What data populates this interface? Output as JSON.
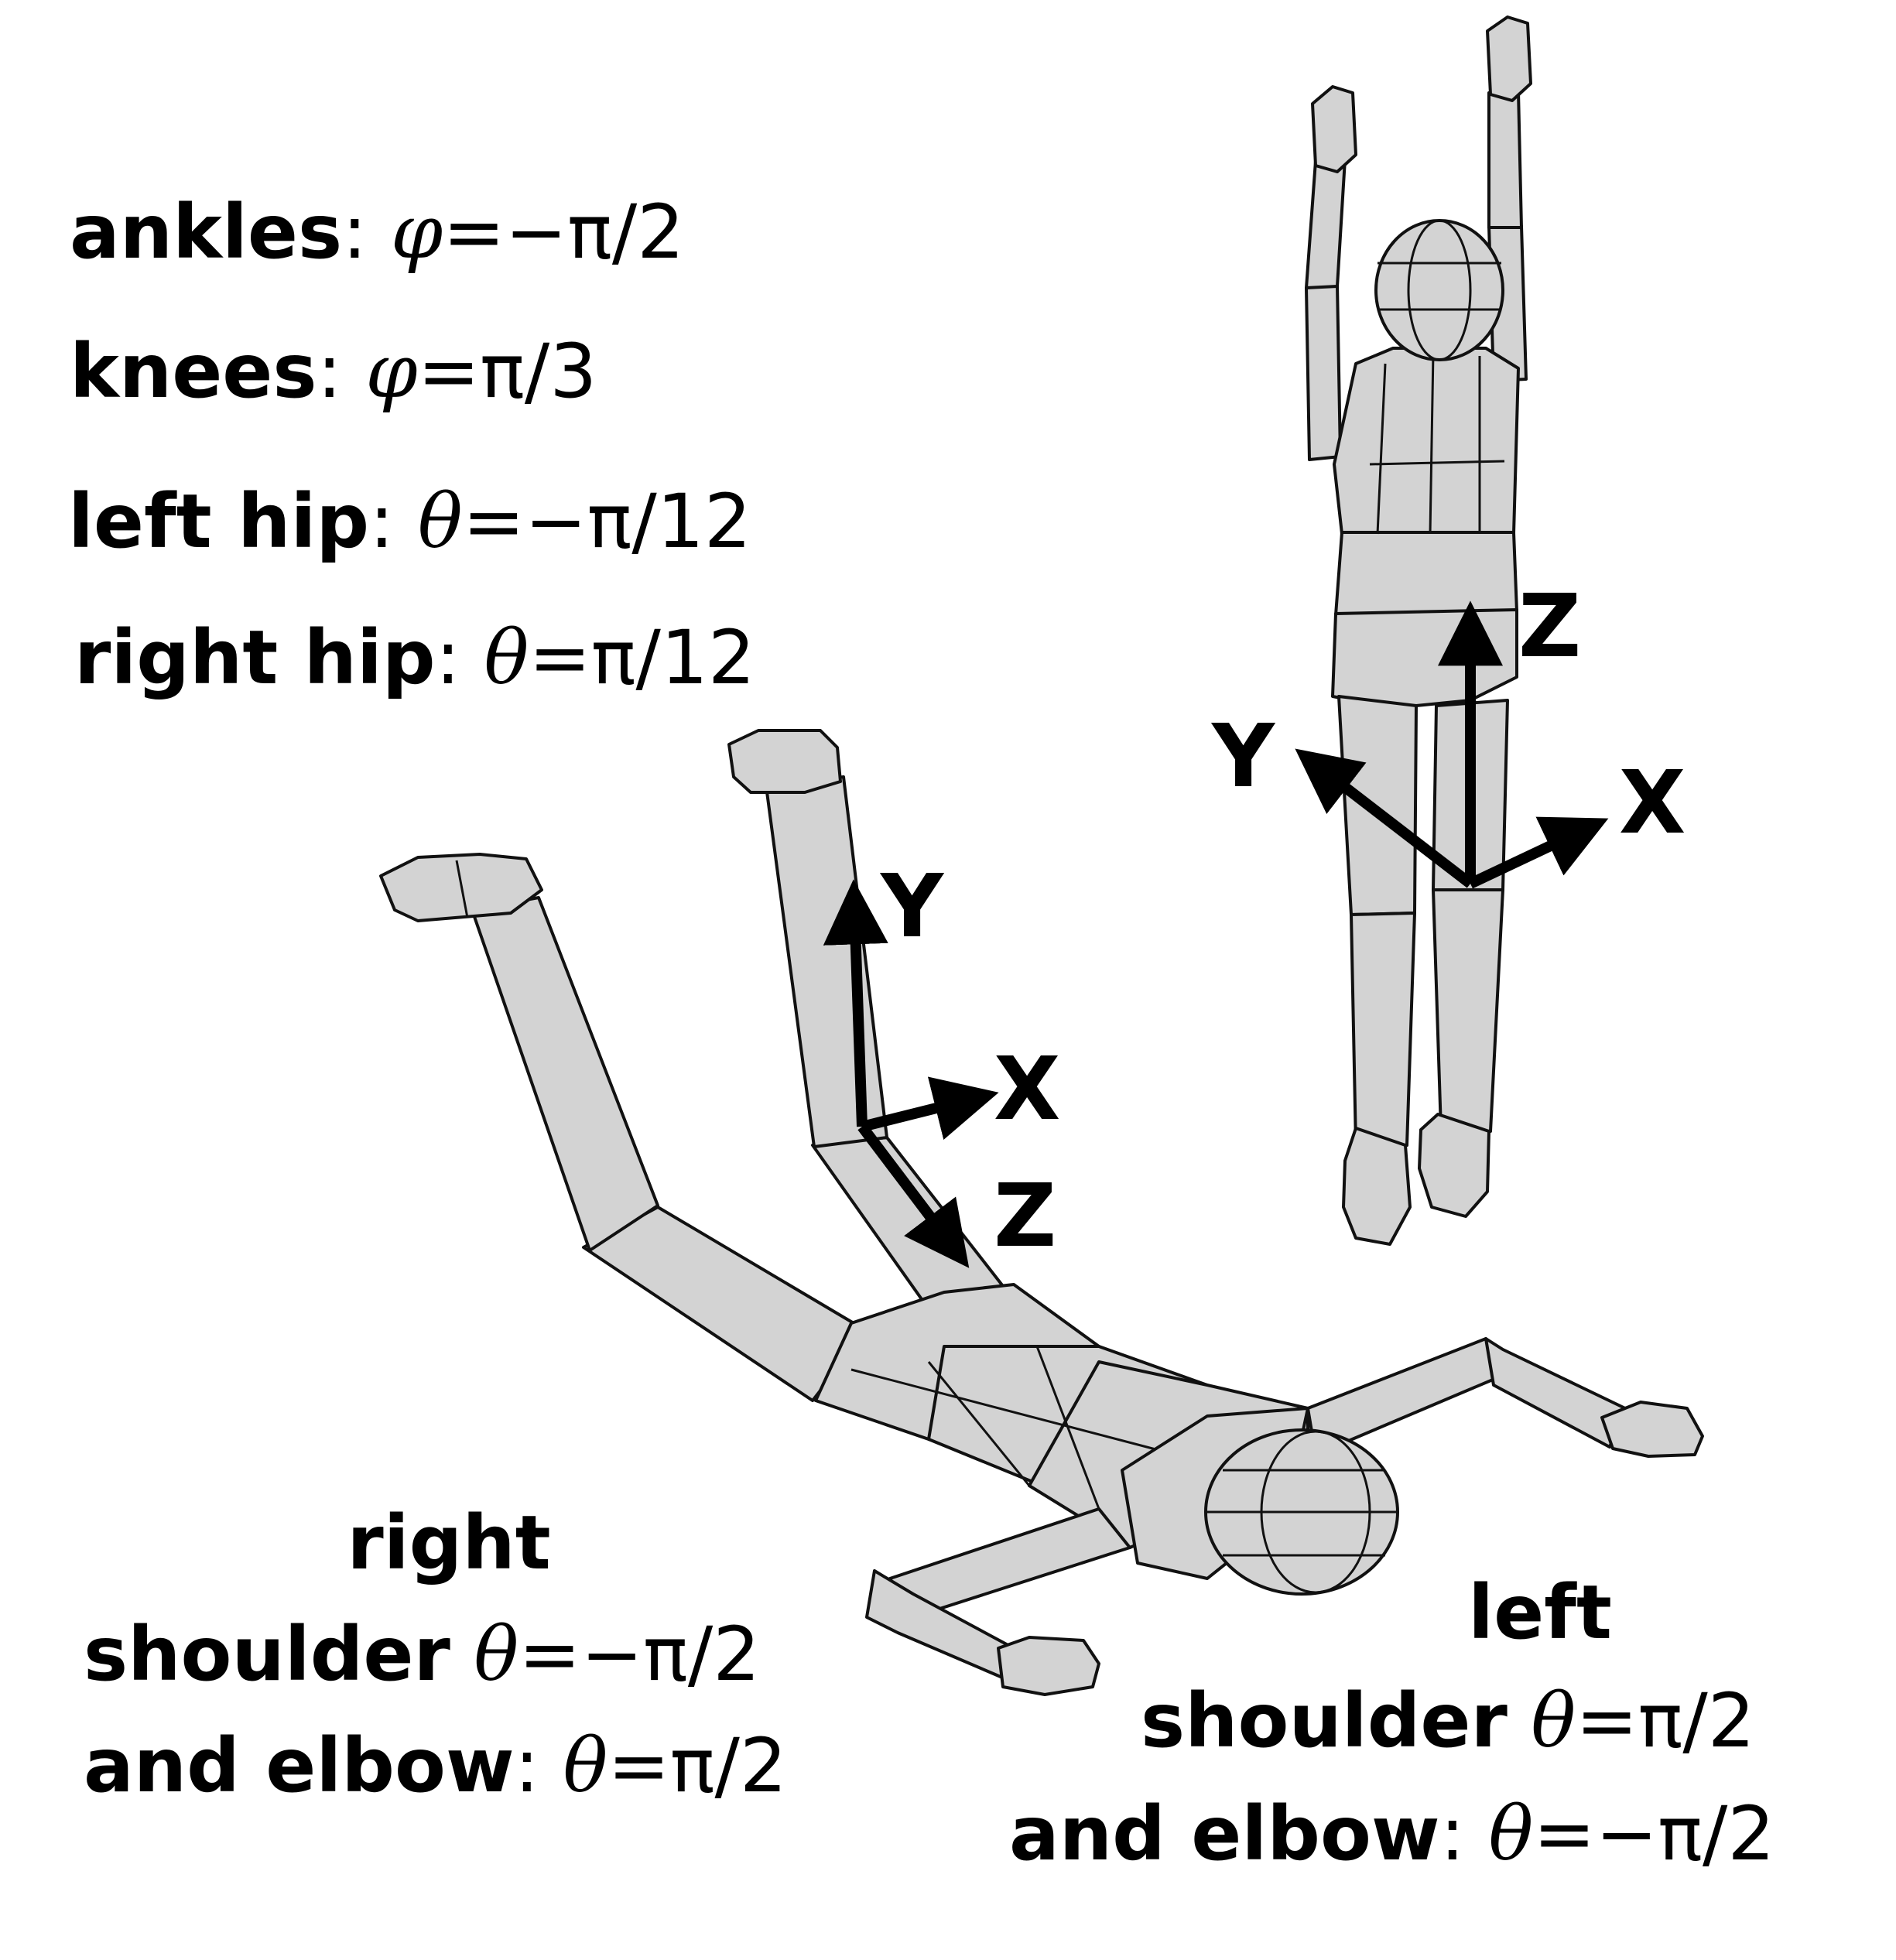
{
  "joint_labels": {
    "ankles": {
      "name": "ankles",
      "sep": ": ",
      "sym": "φ",
      "eq": "=−π/2"
    },
    "knees": {
      "name": "knees",
      "sep": ": ",
      "sym": "φ",
      "eq": "=π/3"
    },
    "left_hip": {
      "name": "left hip",
      "sep": ": ",
      "sym": "θ",
      "eq": "=−π/12"
    },
    "right_hip": {
      "name": "right hip",
      "sep": ": ",
      "sym": "θ",
      "eq": "=π/12"
    }
  },
  "right_arm": {
    "line1": "right",
    "line2_name": "shoulder",
    "line2_sym": "θ",
    "line2_eq": "=−π/2",
    "line3_name": "and elbow",
    "line3_sep": ": ",
    "line3_sym": "θ",
    "line3_eq": "=π/2"
  },
  "left_arm": {
    "line1": "left",
    "line2_name": "shoulder",
    "line2_sym": "θ",
    "line2_eq": "=π/2",
    "line3_name": "and elbow",
    "line3_sep": ": ",
    "line3_sym": "θ",
    "line3_eq": "=−π/2"
  },
  "axes_standing": {
    "x": "X",
    "y": "Y",
    "z": "Z"
  },
  "axes_lying": {
    "x": "X",
    "y": "Y",
    "z": "Z"
  },
  "colors": {
    "body_fill": "#d3d3d3",
    "outline": "#111111",
    "axis_arrow": "#000000"
  }
}
